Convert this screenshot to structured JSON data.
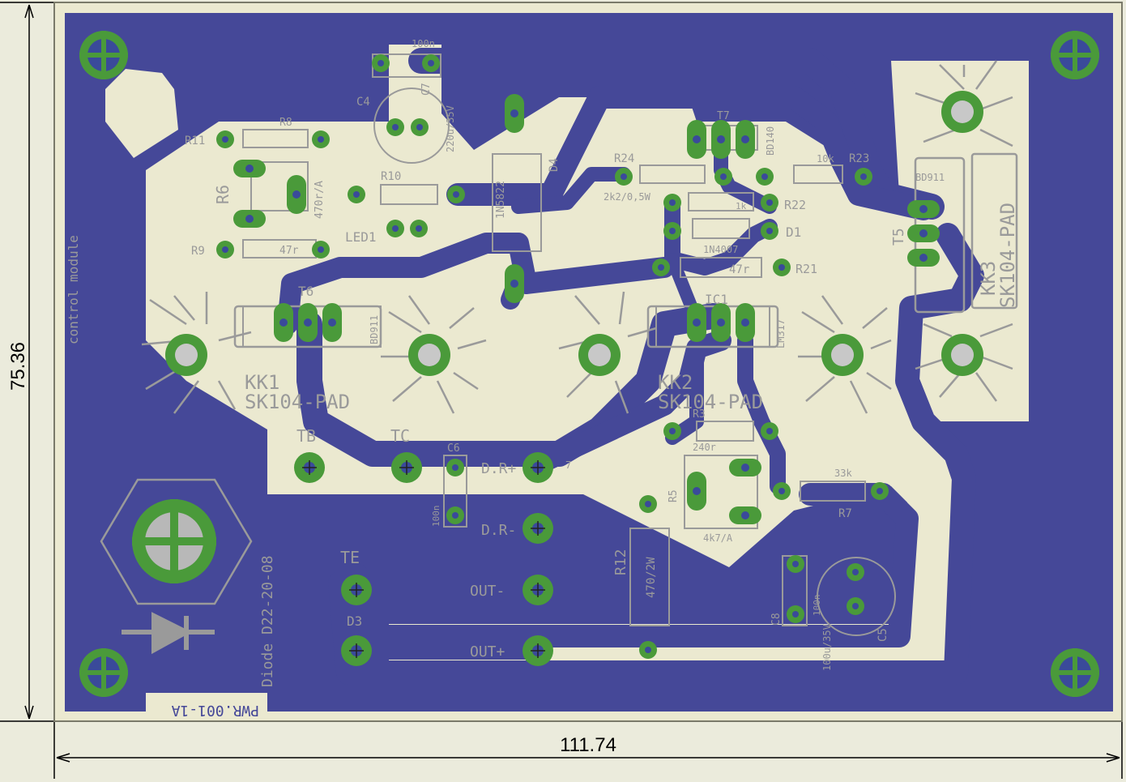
{
  "dimensions": {
    "width_label": "111.74",
    "height_label": "75.36"
  },
  "colors": {
    "background": "#ebebdc",
    "copper_fill": "#454898",
    "board_surface": "#ebe9d0",
    "silkscreen": "#9a9a9a",
    "pad_green": "#4a9a3a",
    "pad_hole": "#3a4a9a",
    "dimension_line": "#000000"
  },
  "texts": {
    "control_module": "control module",
    "diode_date": "Diode D22-20-08",
    "board_id": "PWR.001-1A",
    "kk1_ref": "KK1",
    "kk1_part": "SK104-PAD",
    "kk2_ref": "KK2",
    "kk2_part": "SK104-PAD",
    "kk3_ref": "KK3",
    "kk3_part": "SK104-PAD"
  },
  "labels": [
    {
      "id": "r11",
      "text": "R11"
    },
    {
      "id": "r8",
      "text": "R8"
    },
    {
      "id": "r6",
      "text": "R6"
    },
    {
      "id": "r6_val",
      "text": "470r/A"
    },
    {
      "id": "r9",
      "text": "R9"
    },
    {
      "id": "r9_val",
      "text": "47r"
    },
    {
      "id": "r10",
      "text": "R10"
    },
    {
      "id": "led1",
      "text": "LED1"
    },
    {
      "id": "c4",
      "text": "C4"
    },
    {
      "id": "c4_val",
      "text": "220u/35V"
    },
    {
      "id": "c7",
      "text": "C7"
    },
    {
      "id": "c7_val",
      "text": "100n"
    },
    {
      "id": "d4_val",
      "text": "1N5822"
    },
    {
      "id": "d4",
      "text": "D4"
    },
    {
      "id": "r24",
      "text": "R24"
    },
    {
      "id": "r24_val",
      "text": "2k2/0,5W"
    },
    {
      "id": "t7",
      "text": "T7"
    },
    {
      "id": "bd140",
      "text": "BD140"
    },
    {
      "id": "r22_val",
      "text": "1k"
    },
    {
      "id": "r22",
      "text": "R22"
    },
    {
      "id": "d1",
      "text": "D1"
    },
    {
      "id": "d1_val",
      "text": "1N4007"
    },
    {
      "id": "r21_val",
      "text": "47r"
    },
    {
      "id": "r21",
      "text": "R21"
    },
    {
      "id": "r23_val",
      "text": "10k"
    },
    {
      "id": "r23",
      "text": "R23"
    },
    {
      "id": "bd911_t5",
      "text": "BD911"
    },
    {
      "id": "t5",
      "text": "T5"
    },
    {
      "id": "t6",
      "text": "T6"
    },
    {
      "id": "bd911_t6",
      "text": "BD911"
    },
    {
      "id": "ic1",
      "text": "IC1"
    },
    {
      "id": "lm317",
      "text": "LM317"
    },
    {
      "id": "tb",
      "text": "TB"
    },
    {
      "id": "tc",
      "text": "TC"
    },
    {
      "id": "c6",
      "text": "C6"
    },
    {
      "id": "c6_val",
      "text": "100n"
    },
    {
      "id": "dr_plus",
      "text": "D.R+"
    },
    {
      "id": "dr_minus",
      "text": "D.R-"
    },
    {
      "id": "out_minus",
      "text": "OUT-"
    },
    {
      "id": "out_plus",
      "text": "OUT+"
    },
    {
      "id": "te",
      "text": "TE"
    },
    {
      "id": "d3",
      "text": "D3"
    },
    {
      "id": "r3",
      "text": "R3"
    },
    {
      "id": "r3_val",
      "text": "240r"
    },
    {
      "id": "r5",
      "text": "R5"
    },
    {
      "id": "r5_val",
      "text": "4k7/A"
    },
    {
      "id": "r7",
      "text": "R7"
    },
    {
      "id": "r7_val",
      "text": "33k"
    },
    {
      "id": "r12",
      "text": "R12"
    },
    {
      "id": "r12_val",
      "text": "470/2W"
    },
    {
      "id": "c8",
      "text": "C8"
    },
    {
      "id": "c8_val",
      "text": "100n"
    },
    {
      "id": "c5",
      "text": "C5"
    },
    {
      "id": "c5_val",
      "text": "100u/35V"
    },
    {
      "id": "seven",
      "text": "7"
    }
  ]
}
